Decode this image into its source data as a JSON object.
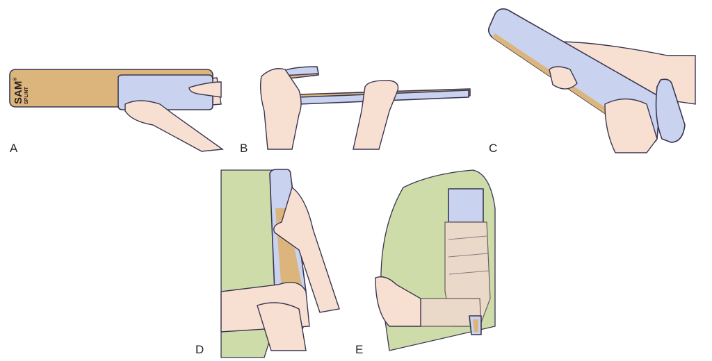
{
  "splint_logo": {
    "brand": "SAM",
    "mark": "®",
    "sub": "SPLINT"
  },
  "panels": [
    {
      "label": "A"
    },
    {
      "label": "B"
    },
    {
      "label": "C"
    },
    {
      "label": "D"
    },
    {
      "label": "E"
    }
  ],
  "colors": {
    "splint_orange": "#dcb57c",
    "splint_pad": "#c9d3ef",
    "skin": "#f7e0d2",
    "shirt": "#cddca8"
  }
}
